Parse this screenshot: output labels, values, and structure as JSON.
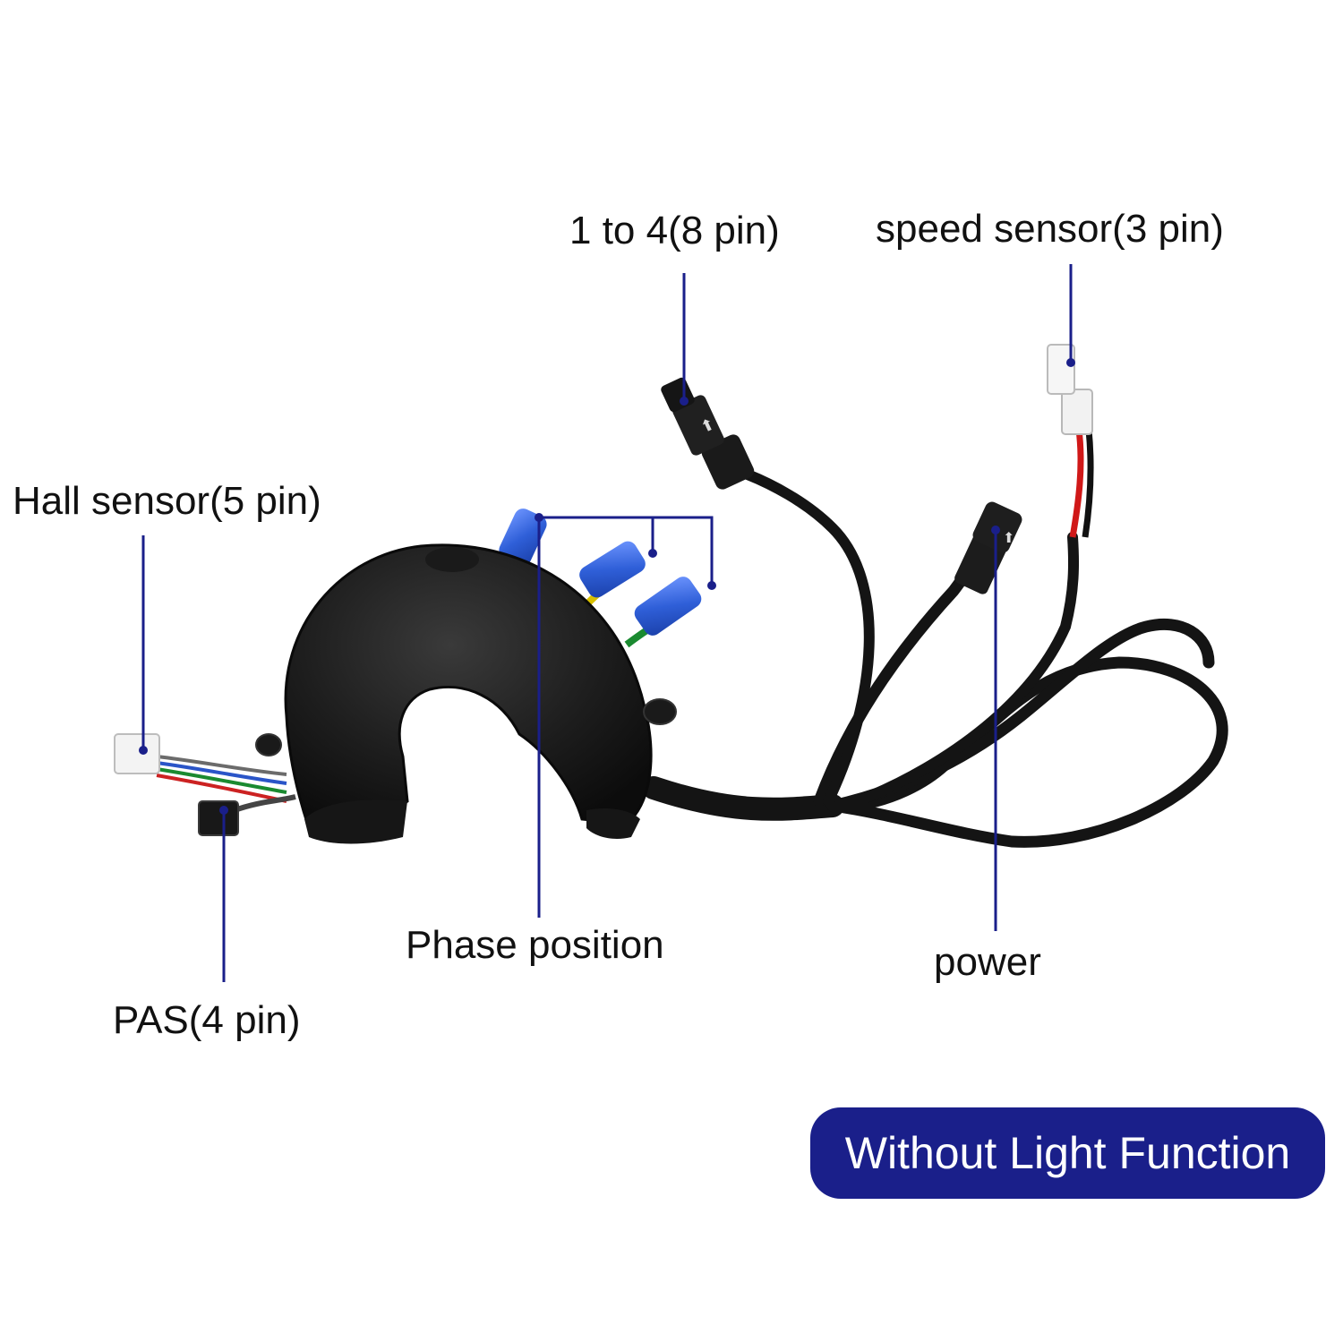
{
  "labels": {
    "one_to_four": "1 to 4(8 pin)",
    "speed_sensor": "speed sensor(3 pin)",
    "hall_sensor": "Hall sensor(5 pin)",
    "phase_position": "Phase position",
    "power": "power",
    "pas": "PAS(4 pin)"
  },
  "badge": {
    "text": "Without Light Function"
  },
  "colors": {
    "leader_line": "#1a1f8a",
    "badge_bg": "#1a1f8a",
    "badge_text": "#ffffff",
    "controller_body": "#1c1c1c",
    "connector_blue": "#2f5fd8",
    "cable_black": "#141414"
  }
}
